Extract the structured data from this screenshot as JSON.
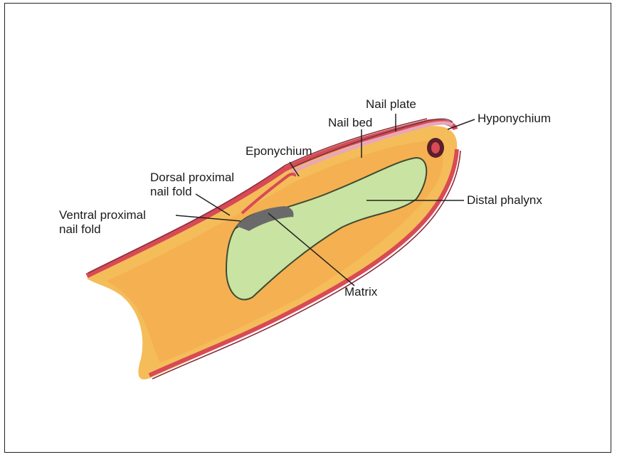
{
  "diagram": {
    "labels": {
      "nail_plate": "Nail plate",
      "nail_bed": "Nail bed",
      "hyponychium": "Hyponychium",
      "eponychium": "Eponychium",
      "dorsal_proximal_nail_fold": [
        "Dorsal proximal",
        "nail fold"
      ],
      "ventral_proximal_nail_fold": [
        "Ventral proximal",
        "nail fold"
      ],
      "distal_phalynx": "Distal phalynx",
      "matrix": "Matrix"
    },
    "colors": {
      "frame": "#222222",
      "soft_tissue": "#f2b23c",
      "skin_edge": "#d84a55",
      "skin_dark": "#8a2f3a",
      "bone": "#c9e3a2",
      "bone_outline": "#3e4a34",
      "leader_line": "#222222"
    }
  }
}
